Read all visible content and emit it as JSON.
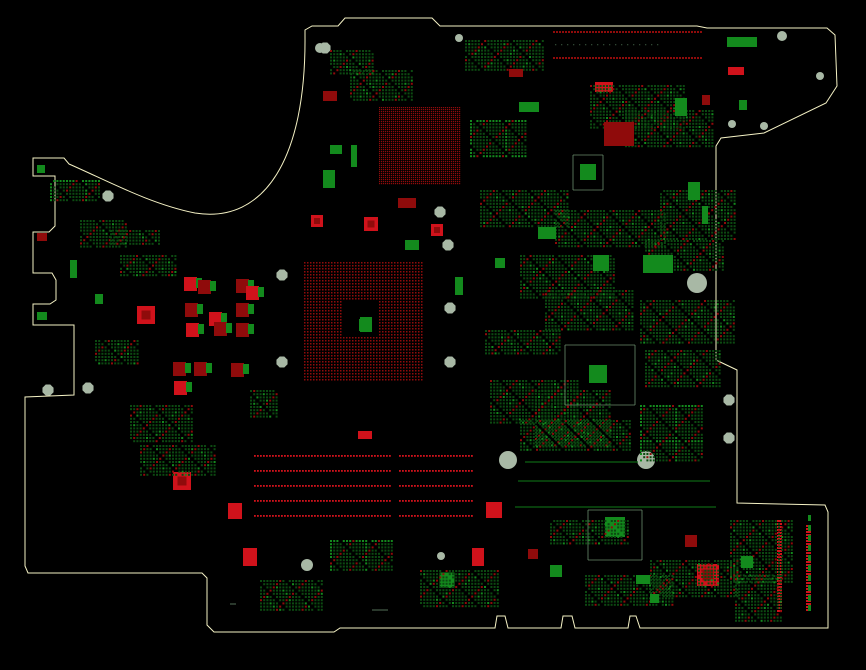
{
  "viewer": {
    "background_color": "#000000",
    "board_outline_color": "#f5f2c5",
    "pad_colors": {
      "green": "#0c4a11",
      "light_green": "#138a1d",
      "red": "#8f0b0b",
      "bright_red": "#d0121b",
      "gray": "#a8b8a5"
    }
  },
  "component_groups": [
    {
      "name": "cpu_bga_grid",
      "color": "red"
    },
    {
      "name": "pch_bga_field",
      "color": "red"
    },
    {
      "name": "memory_slot_rows",
      "color": "red"
    },
    {
      "name": "top_connector_row",
      "color": "red"
    },
    {
      "name": "right_connector_column",
      "color": "red"
    },
    {
      "name": "qfn_packages",
      "color": "green"
    },
    {
      "name": "mounting_holes",
      "color": "gray"
    }
  ]
}
